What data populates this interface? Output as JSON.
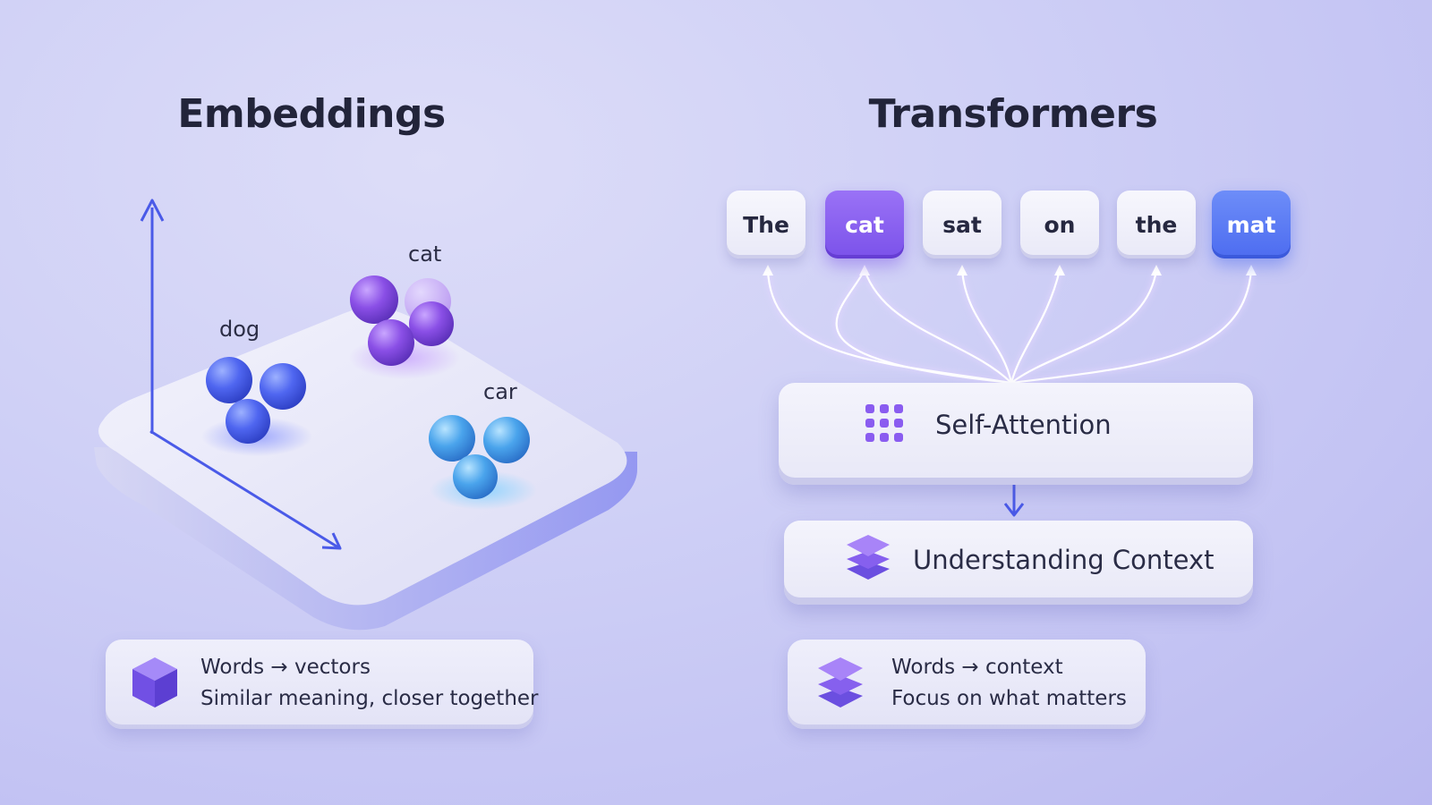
{
  "embeddings": {
    "title": "Embeddings",
    "clusters": [
      {
        "label": "dog",
        "color": "#4a5ff0"
      },
      {
        "label": "cat",
        "color": "#8a4fe6"
      },
      {
        "label": "car",
        "color": "#4aa4ec"
      }
    ],
    "info": {
      "line1": "Words → vectors",
      "line2": "Similar meaning, closer together",
      "icon": "cube-icon"
    }
  },
  "transformers": {
    "title": "Transformers",
    "tokens": [
      {
        "text": "The",
        "style": "plain"
      },
      {
        "text": "cat",
        "style": "accent-purple"
      },
      {
        "text": "sat",
        "style": "plain"
      },
      {
        "text": "on",
        "style": "plain"
      },
      {
        "text": "the",
        "style": "plain"
      },
      {
        "text": "mat",
        "style": "accent-blue"
      }
    ],
    "self_attention": {
      "label": "Self-Attention",
      "icon": "grid-dots-icon"
    },
    "understanding": {
      "label": "Understanding Context",
      "icon": "layers-icon"
    },
    "info": {
      "line1": "Words → context",
      "line2": "Focus on what matters",
      "icon": "layers-icon"
    }
  },
  "colors": {
    "purple_accent": "#7b52ea",
    "blue_accent": "#4d6cf0",
    "axis": "#4a5ae8",
    "text": "#22243a"
  }
}
